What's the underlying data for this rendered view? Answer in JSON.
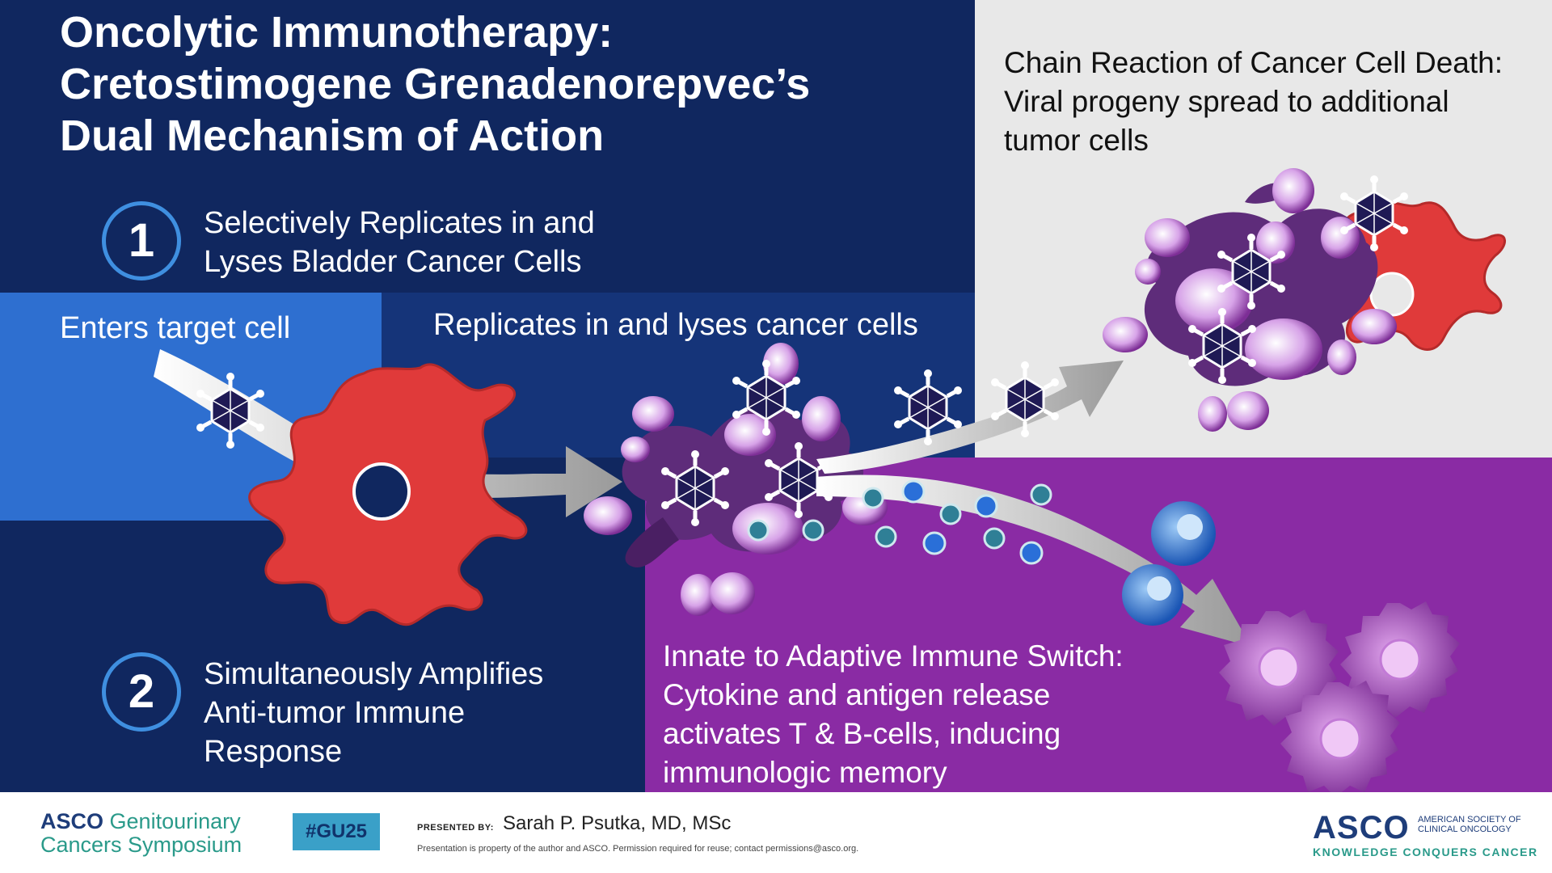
{
  "slide": {
    "title_lines": [
      "Oncolytic Immunotherapy:",
      "Cretostimogene Grenadenorepvec’s",
      "Dual Mechanism of Action"
    ],
    "step1": {
      "number": "1",
      "lines": [
        "Selectively Replicates in and",
        "Lyses Bladder Cancer Cells"
      ]
    },
    "step2": {
      "number": "2",
      "lines": [
        "Simultaneously Amplifies",
        "Anti-tumor Immune",
        "Response"
      ]
    },
    "enters_label": "Enters target cell",
    "replicates_label": "Replicates in and lyses cancer cells",
    "chain_reaction_lines": [
      "Chain Reaction of Cancer Cell Death:",
      "Viral progeny spread to additional",
      "tumor cells"
    ],
    "immune_switch_lines": [
      "Innate to Adaptive Immune Switch:",
      "Cytokine and antigen release",
      "activates T & B-cells, inducing",
      "immunologic memory"
    ]
  },
  "footer": {
    "asco_brand": "ASCO",
    "symposium_line1": "Genitourinary",
    "symposium_line2": "Cancers Symposium",
    "hashtag": "#GU25",
    "presented_by": "PRESENTED BY:",
    "presenter": "Sarah P. Psutka, MD, MSc",
    "notice": "Presentation is property of the author and ASCO. Permission required for reuse; contact permissions@asco.org.",
    "logo": "ASCO",
    "logo_sub": "AMERICAN SOCIETY OF CLINICAL ONCOLOGY",
    "tagline": "KNOWLEDGE CONQUERS CANCER"
  },
  "colors": {
    "navy": "#10275f",
    "blue_panel": "#2e6fd0",
    "gray_panel": "#e8e8e8",
    "purple_panel": "#8a2ba4",
    "cancer_cell": "#e03a3a",
    "accent_ring": "#3f8fe0"
  },
  "icons": [
    "virus-icon",
    "cancer-cell-icon",
    "vesicle-icon",
    "b-cell-icon",
    "t-cell-icon",
    "arrow-icon"
  ]
}
